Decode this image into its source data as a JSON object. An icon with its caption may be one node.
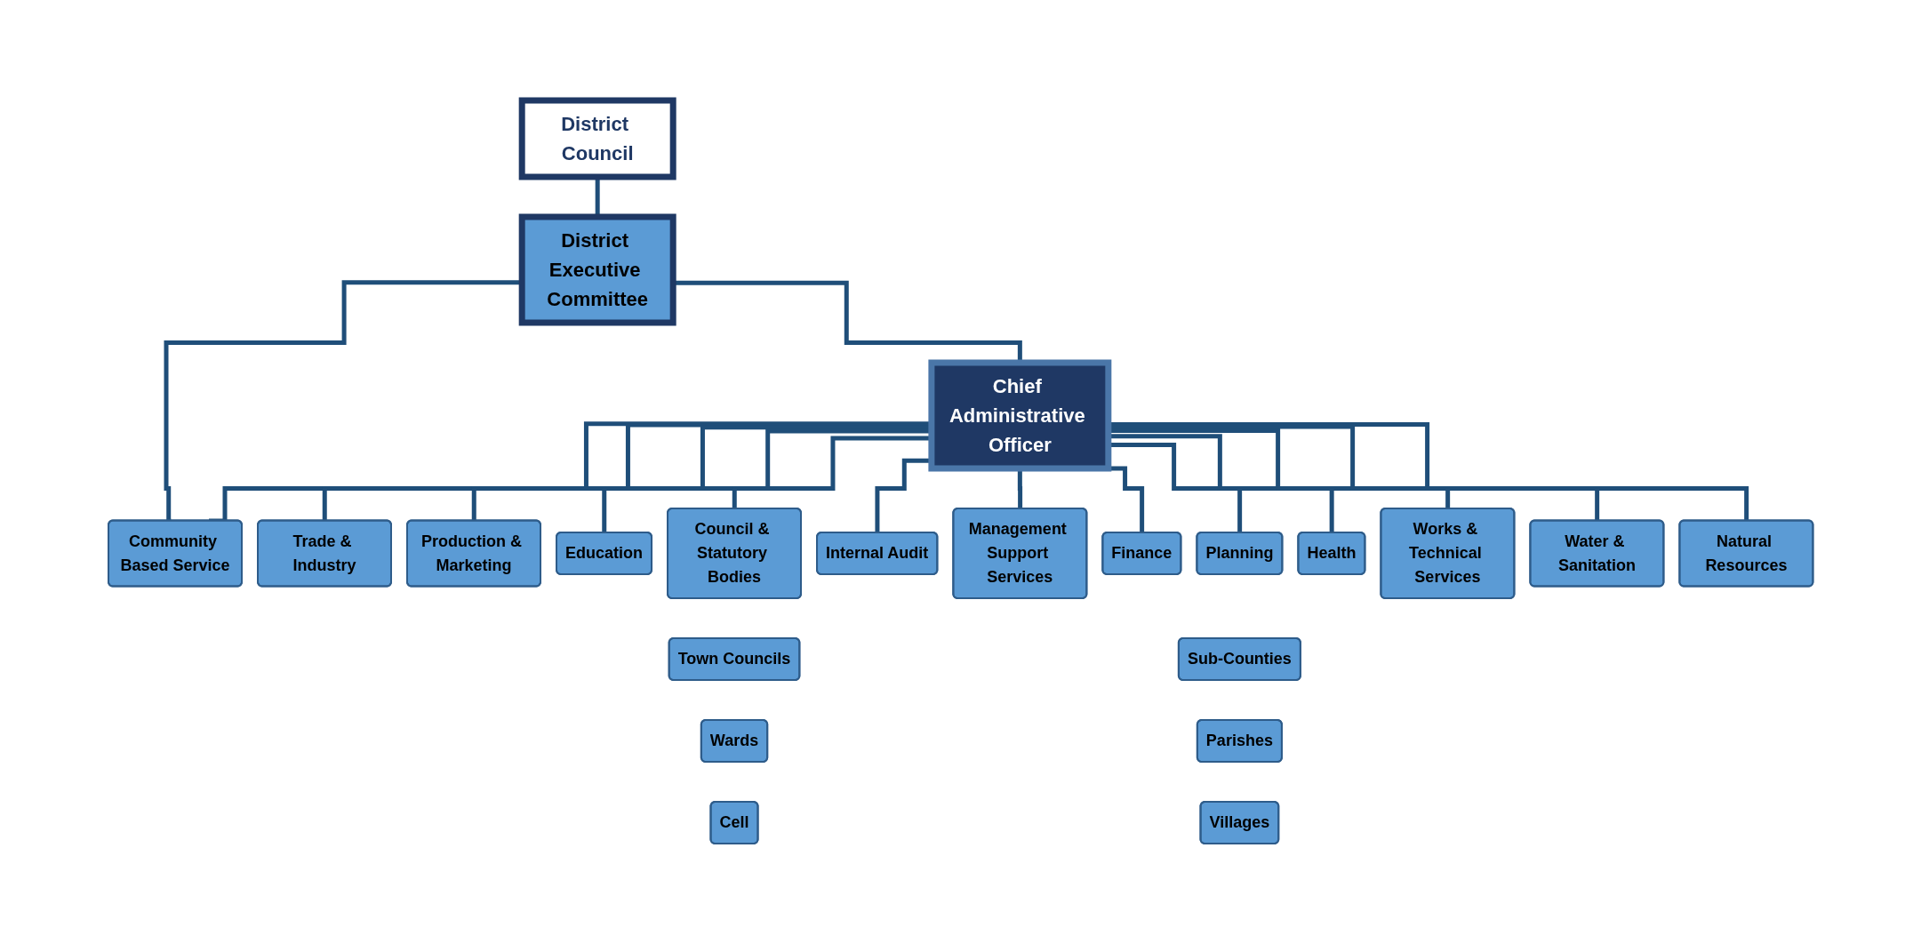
{
  "diagram": {
    "nodes": [
      {
        "text": [
          "District Council"
        ]
      },
      {
        "text": [
          "District Executive Committee"
        ]
      },
      {
        "text": [
          "Chief Administrative Officer"
        ]
      },
      {
        "text": [
          "Community Based Service"
        ]
      },
      {
        "text": [
          "Trade & Industry"
        ]
      },
      {
        "text": [
          "Production & Marketing"
        ]
      },
      {
        "text": [
          "Education"
        ]
      },
      {
        "text": [
          "Council & Statutory Bodies"
        ]
      },
      {
        "text": [
          "Internal Audit"
        ]
      },
      {
        "text": [
          "Management Support Services"
        ]
      },
      {
        "text": [
          "Finance"
        ]
      },
      {
        "text": [
          "Planning"
        ]
      },
      {
        "text": [
          "Health"
        ]
      },
      {
        "text": [
          "Works & Technical Services"
        ]
      },
      {
        "text": [
          "Water & Sanitation"
        ]
      },
      {
        "text": [
          "Natural Resources"
        ]
      },
      {
        "text": [
          "Town Councils"
        ]
      },
      {
        "text": [
          "Wards"
        ]
      },
      {
        "text": [
          "Cell"
        ]
      },
      {
        "text": [
          "Sub-Counties"
        ]
      },
      {
        "text": [
          "Parishes"
        ]
      },
      {
        "text": [
          "Villages"
        ]
      }
    ],
    "edges": [
      {
        "from": 0,
        "to": 1,
        "arrow": "none"
      },
      {
        "from": 1,
        "to": 2,
        "arrow": "none"
      },
      {
        "from": 1,
        "to": 3,
        "arrow": "none"
      },
      {
        "from": 2,
        "to": 3,
        "arrow": "none"
      },
      {
        "from": 2,
        "to": 4,
        "arrow": "none"
      },
      {
        "from": 2,
        "to": 5,
        "arrow": "none"
      },
      {
        "from": 2,
        "to": 6,
        "arrow": "none"
      },
      {
        "from": 2,
        "to": 7,
        "arrow": "none"
      },
      {
        "from": 2,
        "to": 8,
        "arrow": "none"
      },
      {
        "from": 2,
        "to": 9,
        "arrow": "none"
      },
      {
        "from": 2,
        "to": 10,
        "arrow": "none"
      },
      {
        "from": 2,
        "to": 11,
        "arrow": "none"
      },
      {
        "from": 2,
        "to": 12,
        "arrow": "none"
      },
      {
        "from": 2,
        "to": 13,
        "arrow": "none"
      },
      {
        "from": 2,
        "to": 14,
        "arrow": "none"
      },
      {
        "from": 2,
        "to": 15,
        "arrow": "none"
      }
    ]
  }
}
